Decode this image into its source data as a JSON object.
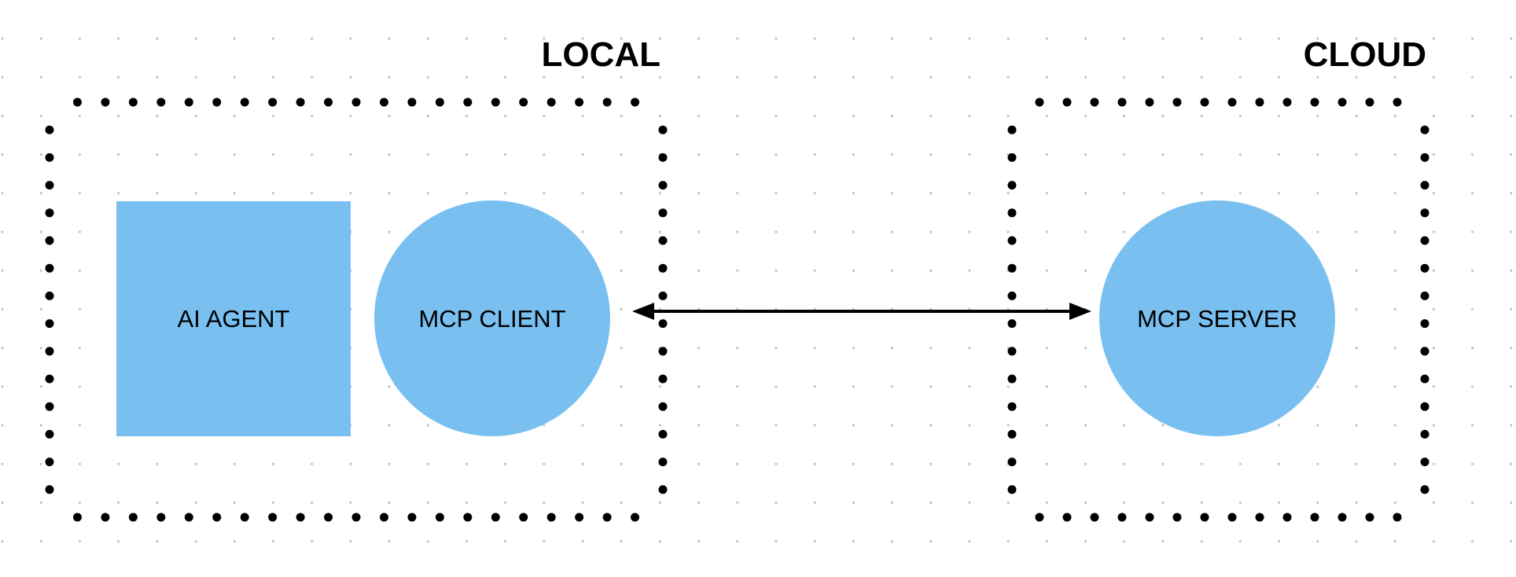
{
  "colors": {
    "node_fill": "#79C0F1",
    "border": "#000000",
    "grid_dot": "#C4C4C4",
    "background": "#FFFFFF"
  },
  "zones": {
    "local": "LOCAL",
    "cloud": "CLOUD"
  },
  "nodes": {
    "agent": "AI AGENT",
    "client": "MCP CLIENT",
    "server": "MCP SERVER"
  },
  "connection": {
    "direction": "bidirectional"
  }
}
